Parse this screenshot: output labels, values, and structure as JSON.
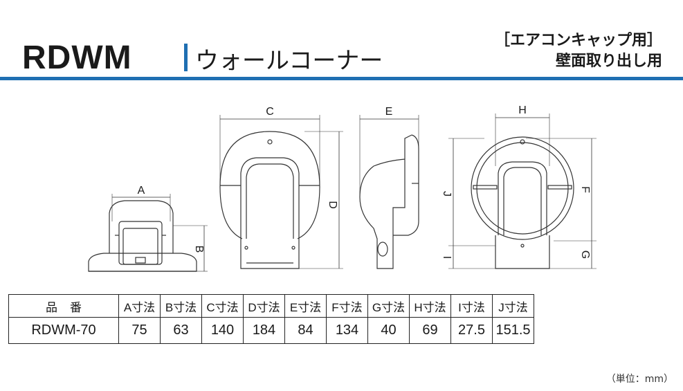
{
  "header": {
    "model": "RDWM",
    "title": "ウォールコーナー",
    "subtitle_line1": "［エアコンキャップ用］",
    "subtitle_line2": "壁面取り出し用"
  },
  "diagram_labels": {
    "A": "A",
    "B": "B",
    "C": "C",
    "D": "D",
    "E": "E",
    "F": "F",
    "G": "G",
    "H": "H",
    "I": "I",
    "J": "J"
  },
  "table": {
    "headers": [
      "品番",
      "A寸法",
      "B寸法",
      "C寸法",
      "D寸法",
      "E寸法",
      "F寸法",
      "G寸法",
      "H寸法",
      "I寸法",
      "J寸法"
    ],
    "rows": [
      [
        "RDWM-70",
        "75",
        "63",
        "140",
        "184",
        "84",
        "134",
        "40",
        "69",
        "27.5",
        "151.5"
      ]
    ]
  },
  "unit_note": "（単位：mm）",
  "colors": {
    "accent": "#1f6fb2",
    "line": "#333333"
  }
}
